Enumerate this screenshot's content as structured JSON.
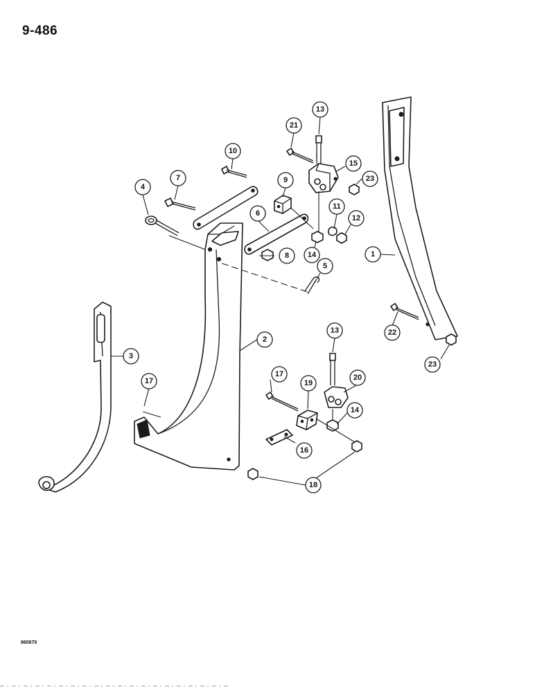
{
  "page_number": "9-486",
  "figure_code": "860670",
  "callouts": [
    {
      "id": "c1",
      "label": "1"
    },
    {
      "id": "c2",
      "label": "2"
    },
    {
      "id": "c3",
      "label": "3"
    },
    {
      "id": "c4",
      "label": "4"
    },
    {
      "id": "c5",
      "label": "5"
    },
    {
      "id": "c6",
      "label": "6"
    },
    {
      "id": "c7",
      "label": "7"
    },
    {
      "id": "c8",
      "label": "8"
    },
    {
      "id": "c9",
      "label": "9"
    },
    {
      "id": "c10",
      "label": "10"
    },
    {
      "id": "c11",
      "label": "11"
    },
    {
      "id": "c12",
      "label": "12"
    },
    {
      "id": "c13a",
      "label": "13"
    },
    {
      "id": "c13b",
      "label": "13"
    },
    {
      "id": "c14a",
      "label": "14"
    },
    {
      "id": "c14b",
      "label": "14"
    },
    {
      "id": "c15",
      "label": "15"
    },
    {
      "id": "c16",
      "label": "16"
    },
    {
      "id": "c17a",
      "label": "17"
    },
    {
      "id": "c17b",
      "label": "17"
    },
    {
      "id": "c18",
      "label": "18"
    },
    {
      "id": "c19",
      "label": "19"
    },
    {
      "id": "c20",
      "label": "20"
    },
    {
      "id": "c21",
      "label": "21"
    },
    {
      "id": "c22",
      "label": "22"
    },
    {
      "id": "c23a",
      "label": "23"
    },
    {
      "id": "c23b",
      "label": "23"
    }
  ]
}
